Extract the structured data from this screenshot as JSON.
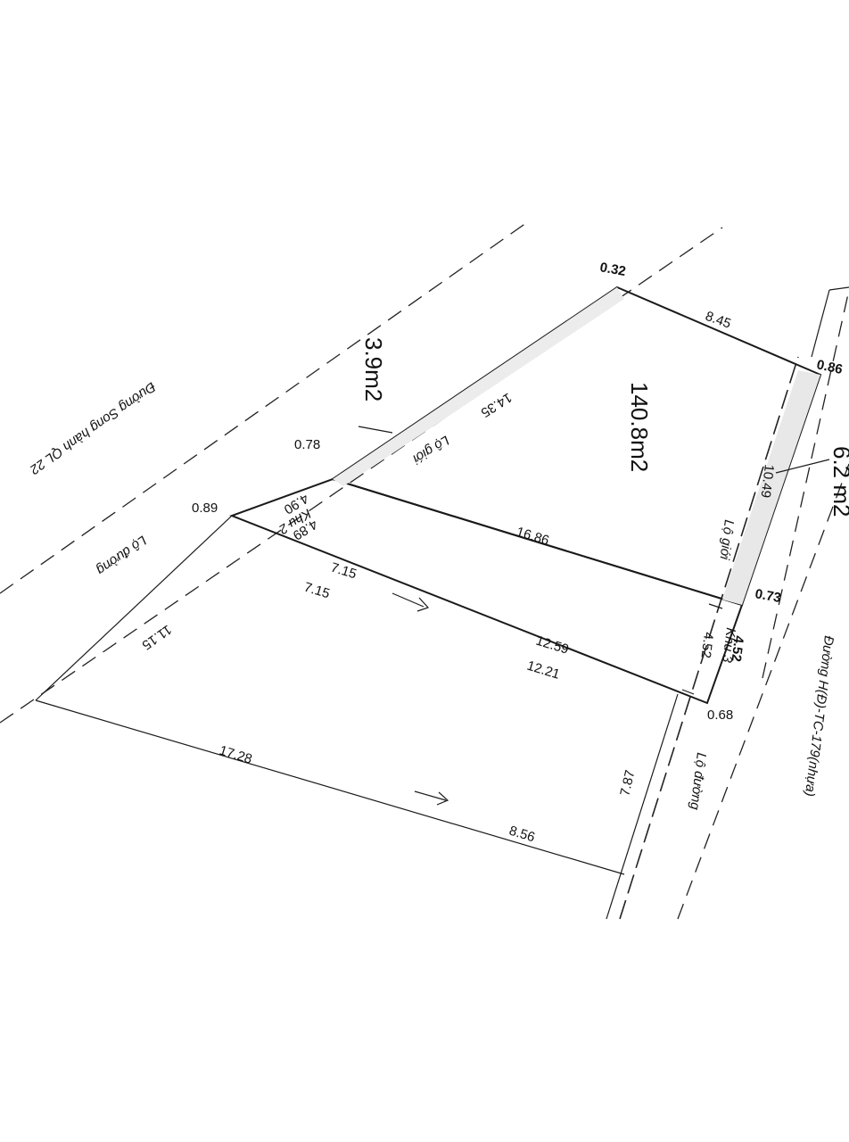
{
  "roads": {
    "top_road": "Đường Song hành QL 22",
    "right_road": "Đường H(Đ)-TC-179(nhựa)"
  },
  "labels": {
    "lo_duong_left": "Lộ đường",
    "lo_duong_right": "Lộ đường",
    "lo_gioi_top": "Lộ giới",
    "lo_gioi_right": "Lộ giới",
    "khu2": "Khu 2",
    "khu3": "Khu 3"
  },
  "areas": {
    "main": "140.8m2",
    "small_left": "3.9m2",
    "small_right": "6.2 m2"
  },
  "dims": {
    "d_032": "0.32",
    "d_845": "8.45",
    "d_086": "0.86",
    "d_1049": "10.49",
    "d_1435": "14.35",
    "d_078": "0.78",
    "d_490": "4.90",
    "d_489": "4.89",
    "d_1686": "16.86",
    "d_073": "0.73",
    "d_089": "0.89",
    "d_715a": "7.15",
    "d_715b": "7.15",
    "d_1259": "12.59",
    "d_1221": "12.21",
    "d_452a": "4.52",
    "d_452b": "4.52",
    "d_068": "0.68",
    "d_1115": "11.15",
    "d_1728": "17.28",
    "d_856": "8.56",
    "d_787": "7.87"
  }
}
